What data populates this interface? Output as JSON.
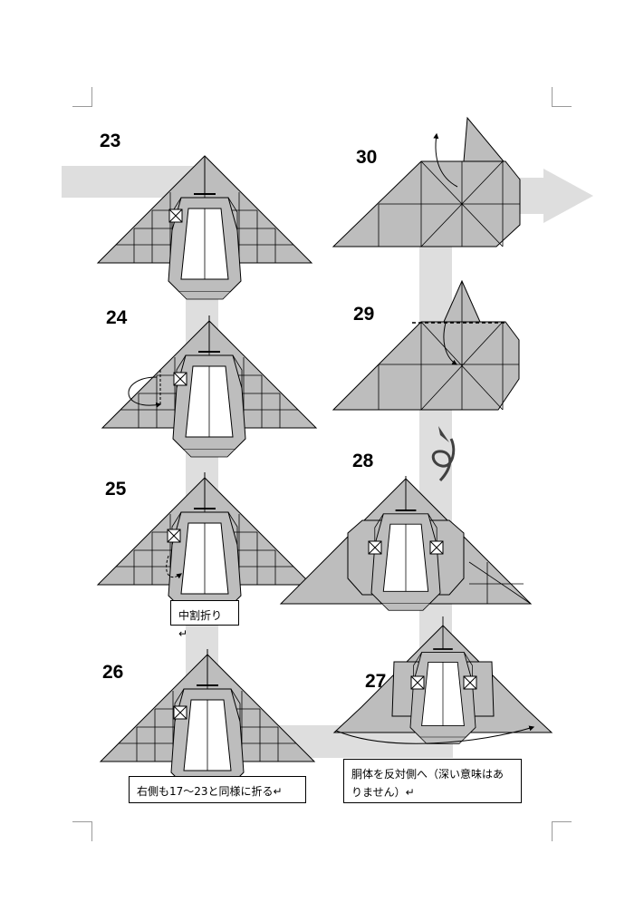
{
  "steps": [
    {
      "number": "23"
    },
    {
      "number": "24"
    },
    {
      "number": "25"
    },
    {
      "number": "26"
    },
    {
      "number": "27"
    },
    {
      "number": "28"
    },
    {
      "number": "29"
    },
    {
      "number": "30"
    }
  ],
  "notes": {
    "step25": "中割折り↵",
    "step26": "右側も17～23と同様に折る↵",
    "step27": "胴体を反対側へ（深い意味はありません）↵"
  },
  "colors": {
    "paper": "#bdbdbd",
    "crease": "#000000",
    "flow_path": "#dedede",
    "white_face": "#ffffff"
  }
}
